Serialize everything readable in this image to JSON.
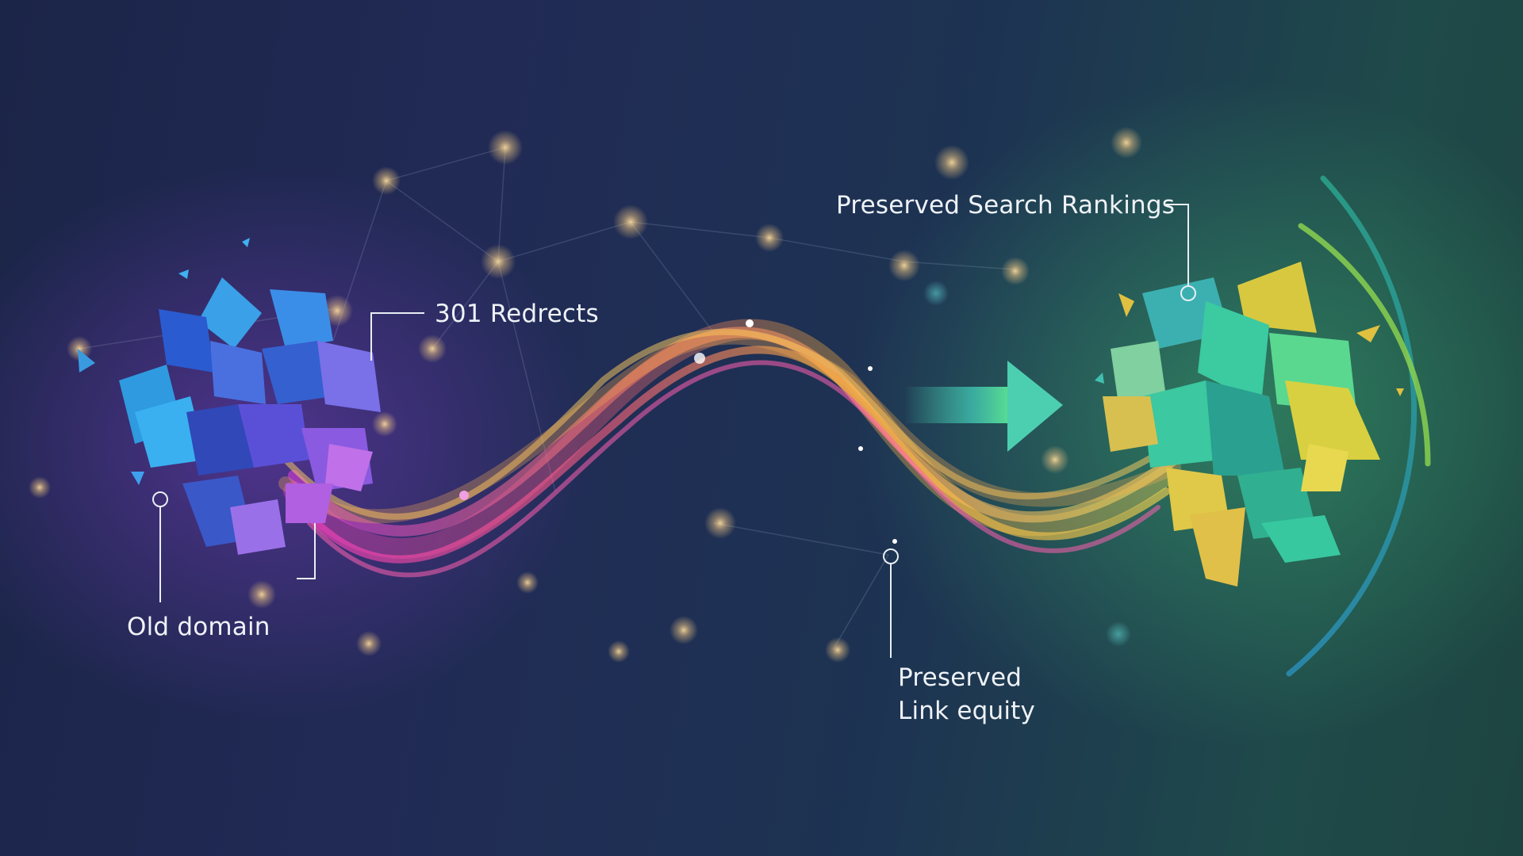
{
  "labels": {
    "old_domain": "Old domain",
    "redirects": "301 Redrects",
    "search_rankings": "Preserved Search Rankings",
    "link_equity_line1": "Preserved",
    "link_equity_line2": "Link equity"
  },
  "colors": {
    "background_left": "#1b2548",
    "background_right": "#1d4440",
    "old_cluster_primary": "#3b8ee8",
    "old_cluster_secondary": "#7a4fd8",
    "new_cluster_primary": "#3cc8a0",
    "new_cluster_secondary": "#d8c840",
    "stream_pink": "#ff4fb0",
    "stream_orange": "#ffa040",
    "stream_yellow": "#ffd850",
    "arrow": "#4cd6b0",
    "arc_outer": "#2aa08a",
    "arc_inner": "#8ad050",
    "label_text": "#eef2f7"
  }
}
